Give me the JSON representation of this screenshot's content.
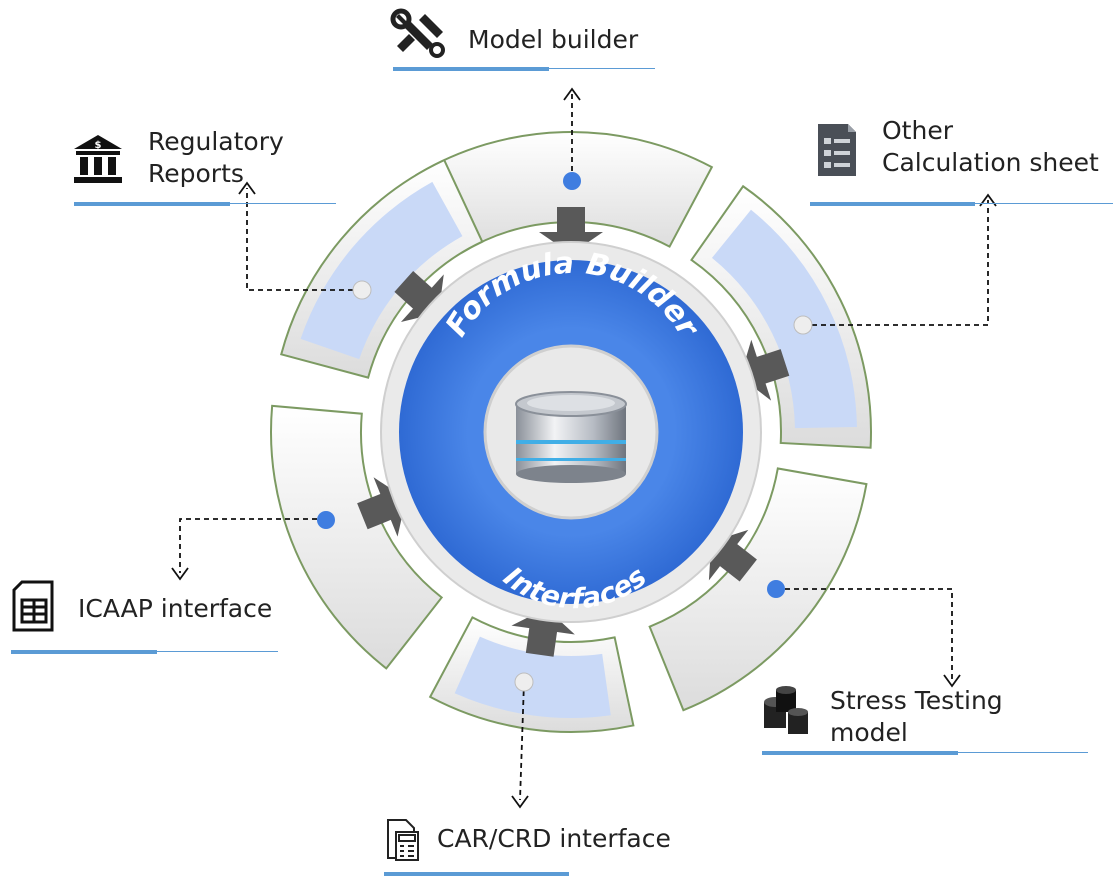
{
  "center": {
    "title": "Formula Builder",
    "subtitle": "Interfaces",
    "icon": "database-icon",
    "fill_color": "#3f7de0"
  },
  "ring": {
    "light_segment_color": "#c9d9f7",
    "white_segment_color": "#f4f4f4",
    "arrow_color": "#595959",
    "dot_blue": "#3f7de0",
    "dot_white": "#eeeeee"
  },
  "labels": {
    "model_builder": "Model builder",
    "regulatory_line1": "Regulatory",
    "regulatory_line2": "Reports",
    "other_line1": "Other",
    "other_line2": "Calculation sheet",
    "icaap": "ICAAP interface",
    "stress_line1": "Stress Testing",
    "stress_line2": "model",
    "car_crd": "CAR/CRD interface"
  },
  "icons": {
    "model_builder": "tools-icon",
    "regulatory": "bank-icon",
    "other": "calculation-sheet-icon",
    "icaap": "spreadsheet-icon",
    "stress": "database-cylinders-icon",
    "car_crd": "calculator-document-icon"
  },
  "accent_color": "#5b9bd5"
}
